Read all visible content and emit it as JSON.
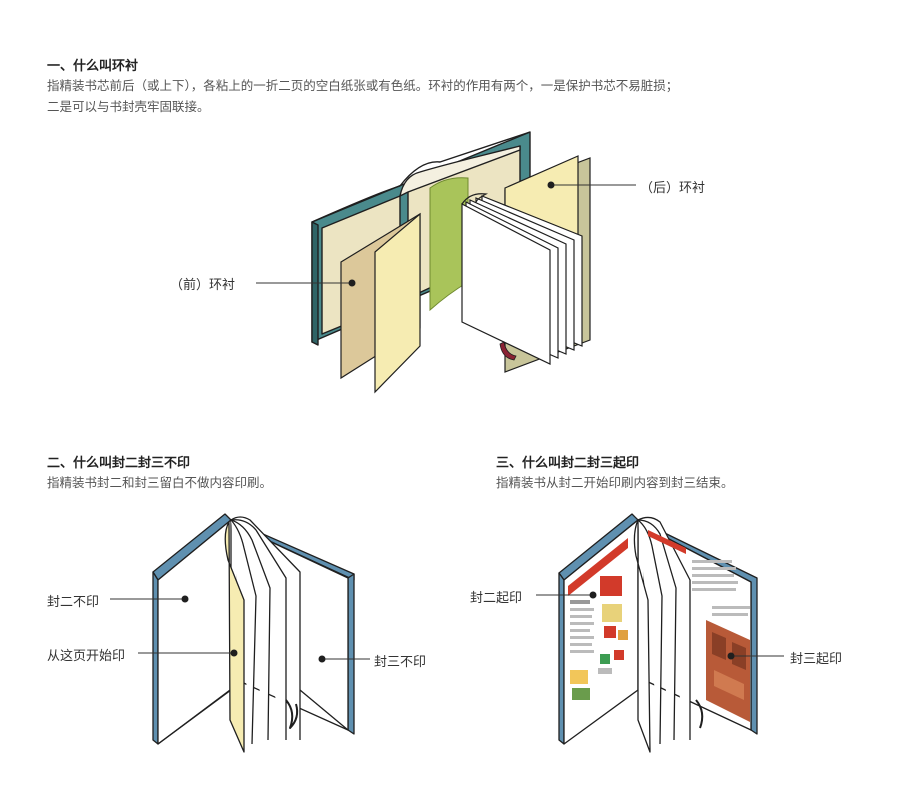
{
  "section1": {
    "title": "一、什么叫环衬",
    "desc_line1": "指精装书芯前后（或上下），各粘上的一折二页的空白纸张或有色纸。环衬的作用有两个，一是保护书芯不易脏损；",
    "desc_line2": "二是可以与书封壳牢固联接。",
    "label_front": "（前）环衬",
    "label_back": "（后）环衬"
  },
  "section2": {
    "title": "二、什么叫封二封三不印",
    "desc": "指精装书封二和封三留白不做内容印刷。",
    "label_cover2": "封二不印",
    "label_start": "从这页开始印",
    "label_cover3": "封三不印"
  },
  "section3": {
    "title": "三、什么叫封二封三起印",
    "desc": "指精装书从封二开始印刷内容到封三结束。",
    "label_cover2": "封二起印",
    "label_cover3": "封三起印"
  },
  "colors": {
    "cover_teal": "#4a8a8c",
    "cover_blue": "#5f90b0",
    "endpaper_tan": "#dcc89a",
    "endpaper_yellow": "#f6ecb2",
    "green_sheet": "#a9c45a",
    "back_gray": "#c8c59a",
    "accent_red": "#d23a2a",
    "ribbon": "#8a2233"
  }
}
